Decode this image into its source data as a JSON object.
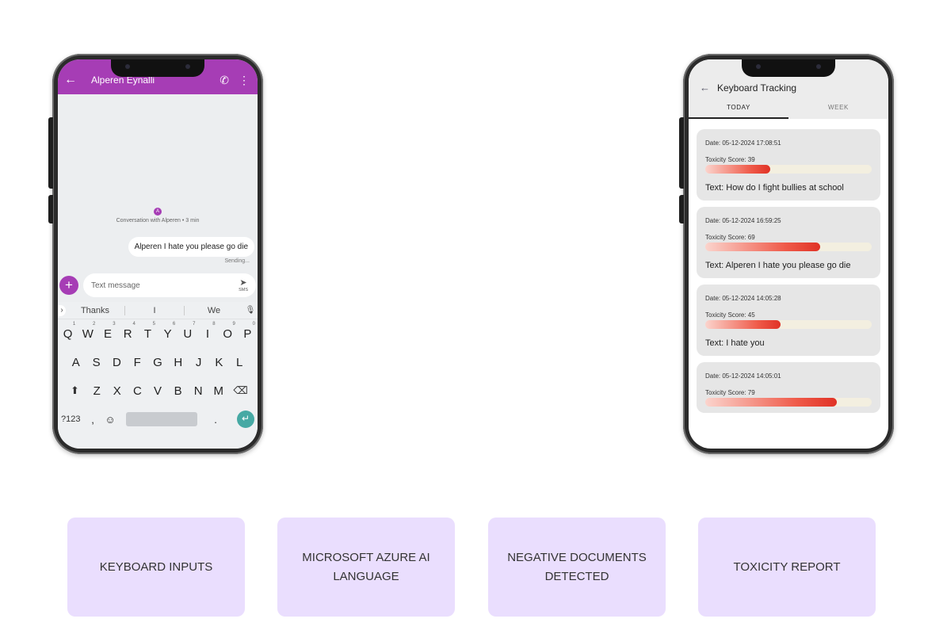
{
  "messages_app": {
    "contact_name": "Alperen Eynalli",
    "back_icon": "arrow-left-icon",
    "call_icon": "phone-icon",
    "menu_icon": "more-vert-icon",
    "avatar_letter": "A",
    "conversation_info": "Conversation with Alperen • 3 min",
    "message": "Alperen I hate you please go die",
    "status": "Sending...",
    "input_placeholder": "Text message",
    "send_label": "SMS",
    "keyboard": {
      "suggestions": [
        "Thanks",
        "I",
        "We"
      ],
      "row1": [
        {
          "key": "Q",
          "hint": "1"
        },
        {
          "key": "W",
          "hint": "2"
        },
        {
          "key": "E",
          "hint": "3"
        },
        {
          "key": "R",
          "hint": "4"
        },
        {
          "key": "T",
          "hint": "5"
        },
        {
          "key": "Y",
          "hint": "6"
        },
        {
          "key": "U",
          "hint": "7"
        },
        {
          "key": "I",
          "hint": "8"
        },
        {
          "key": "O",
          "hint": "9"
        },
        {
          "key": "P",
          "hint": "0"
        }
      ],
      "row2": [
        "A",
        "S",
        "D",
        "F",
        "G",
        "H",
        "J",
        "K",
        "L"
      ],
      "row3": [
        "Z",
        "X",
        "C",
        "V",
        "B",
        "N",
        "M"
      ],
      "symbols_label": "?123",
      "comma": ",",
      "period": "."
    }
  },
  "tracking_app": {
    "title": "Keyboard Tracking",
    "tabs": [
      "TODAY",
      "WEEK"
    ],
    "active_tab": "TODAY",
    "entries": [
      {
        "date": "Date: 05-12-2024 17:08:51",
        "score_label": "Toxicity Score: 39",
        "score": 39,
        "text": "Text: How do I fight bullies at school"
      },
      {
        "date": "Date: 05-12-2024 16:59:25",
        "score_label": "Toxicity Score: 69",
        "score": 69,
        "text": "Text: Alperen I hate you please go die"
      },
      {
        "date": "Date: 05-12-2024 14:05:28",
        "score_label": "Toxicity Score: 45",
        "score": 45,
        "text": "Text: I hate you"
      },
      {
        "date": "Date: 05-12-2024 14:05:01",
        "score_label": "Toxicity Score: 79",
        "score": 79,
        "text": ""
      }
    ]
  },
  "pipeline": [
    "KEYBOARD INPUTS",
    "MICROSOFT AZURE AI LANGUAGE",
    "NEGATIVE DOCUMENTS DETECTED",
    "TOXICITY REPORT"
  ],
  "colors": {
    "messages_accent": "#a63db5",
    "enter_key": "#46a9a4",
    "box_background": "#eadefe",
    "toxicity_bar": "#e03226"
  }
}
